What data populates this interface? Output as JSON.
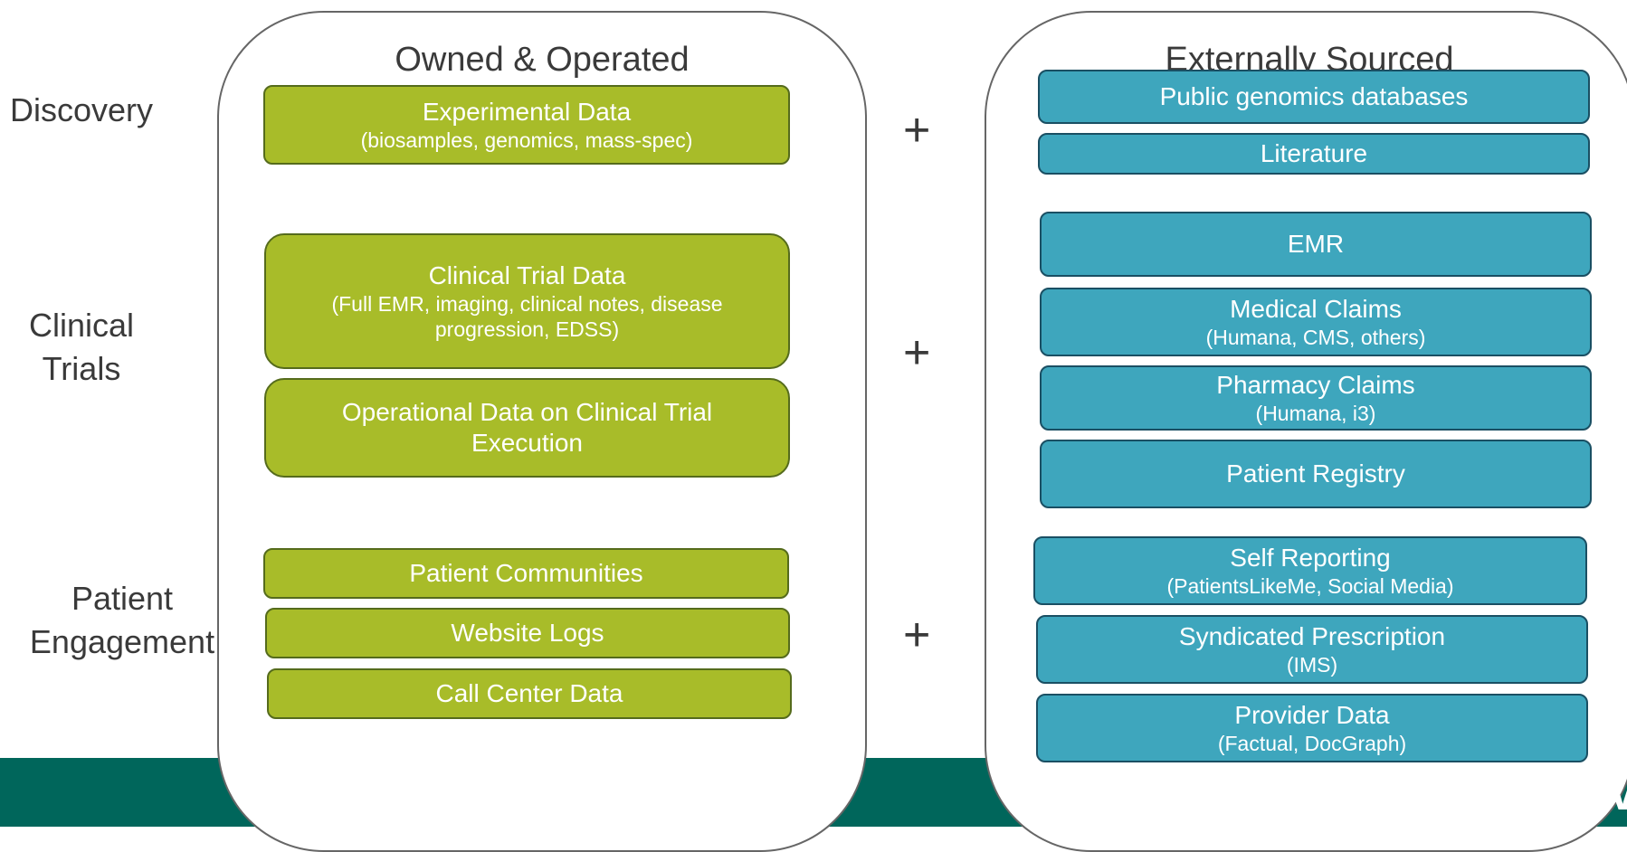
{
  "row_labels": {
    "discovery": "Discovery",
    "clinical": "Clinical\nTrials",
    "patient": "Patient\nEngagement"
  },
  "owned": {
    "title": "Owned & Operated",
    "experimental": {
      "title": "Experimental Data",
      "sub": "(biosamples, genomics, mass-spec)"
    },
    "clinical_trial": {
      "title": "Clinical Trial Data",
      "sub": "(Full EMR, imaging, clinical notes, disease\nprogression, EDSS)"
    },
    "operational": {
      "title": "Operational Data on Clinical Trial\nExecution"
    },
    "patient_communities": {
      "title": "Patient Communities"
    },
    "website_logs": {
      "title": "Website Logs"
    },
    "call_center": {
      "title": "Call Center Data"
    }
  },
  "plus_sign": "+",
  "external": {
    "title": "Externally Sourced",
    "public_genomics": {
      "title": "Public genomics databases"
    },
    "literature": {
      "title": "Literature"
    },
    "emr": {
      "title": "EMR"
    },
    "medical_claims": {
      "title": "Medical Claims",
      "sub": "(Humana, CMS, others)"
    },
    "pharmacy_claims": {
      "title": "Pharmacy Claims",
      "sub": "(Humana, i3)"
    },
    "patient_registry": {
      "title": "Patient Registry"
    },
    "self_reporting": {
      "title": "Self Reporting",
      "sub": "(PatientsLikeMe, Social Media)"
    },
    "syndicated_prescription": {
      "title": "Syndicated Prescription",
      "sub": "(IMS)"
    },
    "provider_data": {
      "title": "Provider Data",
      "sub": "(Factual, DocGraph)"
    }
  },
  "logo": {
    "text": "Pivot"
  },
  "colors": {
    "owned_box_fill": "#a8bc29",
    "external_box_fill": "#3ea6bd",
    "footer_band": "#00665b"
  }
}
